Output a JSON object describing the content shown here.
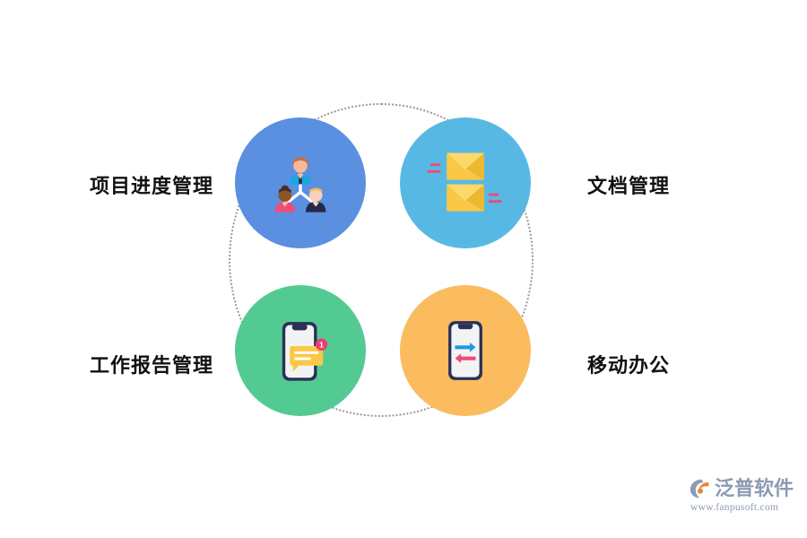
{
  "diagram": {
    "type": "circular-feature-diagram",
    "layout": "2x2 circles inside dotted connector ring",
    "background_color": "#ffffff",
    "connector": {
      "name": "dotted-ring",
      "style": "dotted",
      "color": "#9a9a9a"
    },
    "nodes": [
      {
        "id": "project-progress",
        "label": "项目进度管理",
        "label_side": "left",
        "circle_color": "#5B8FE0",
        "icon": "team-org-chart-icon",
        "icon_description": "three people connected by lines"
      },
      {
        "id": "document-management",
        "label": "文档管理",
        "label_side": "right",
        "circle_color": "#57B9E3",
        "icon": "envelopes-icon",
        "icon_description": "two yellow envelopes with motion lines"
      },
      {
        "id": "work-report",
        "label": "工作报告管理",
        "label_side": "left",
        "circle_color": "#54CA93",
        "icon": "phone-message-icon",
        "icon_description": "phone with chat bubble and notification badge",
        "badge_count": "1"
      },
      {
        "id": "mobile-office",
        "label": "移动办公",
        "label_side": "right",
        "circle_color": "#FBBB5F",
        "icon": "phone-transfer-icon",
        "icon_description": "phone with two-way arrows"
      }
    ]
  },
  "watermark": {
    "name": "fanpusoft-logo",
    "brand": "泛普软件",
    "url": "www.fanpusoft.com",
    "color": "#8c9bb5",
    "accent_color": "#e8873a"
  }
}
